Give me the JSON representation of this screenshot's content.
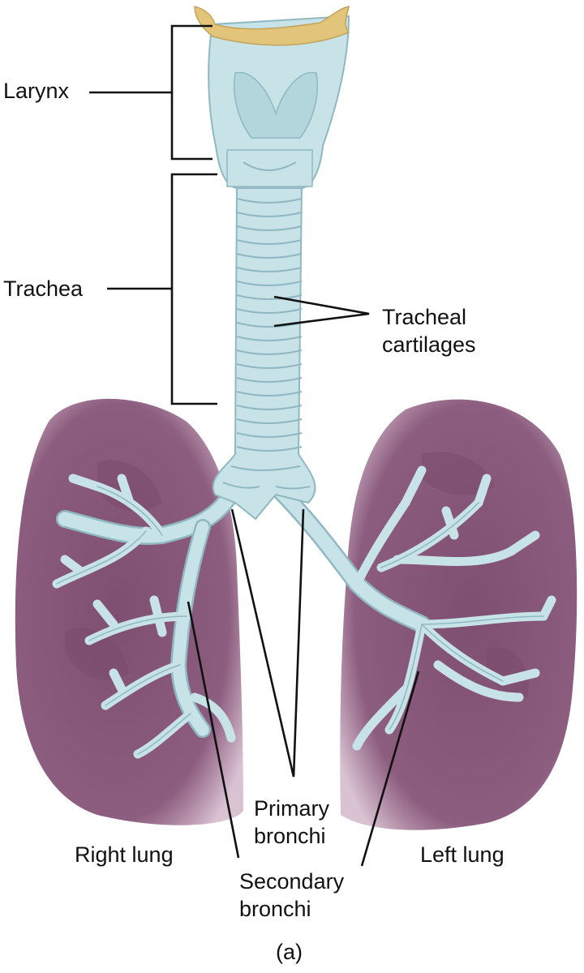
{
  "labels": {
    "larynx": "Larynx",
    "trachea": "Trachea",
    "tracheal_cartilages": [
      "Tracheal",
      "cartilages"
    ],
    "primary_bronchi": [
      "Primary",
      "bronchi"
    ],
    "secondary_bronchi": [
      "Secondary",
      "bronchi"
    ],
    "right_lung": "Right lung",
    "left_lung": "Left lung",
    "panel": "(a)"
  },
  "colors": {
    "lung": "#8d5d7f",
    "lung_dark": "#7a4a6c",
    "airway": "#c7e3e8",
    "airway_outline": "#8fb8c2",
    "epiglottis": "#e2c57a",
    "line": "#111111"
  }
}
